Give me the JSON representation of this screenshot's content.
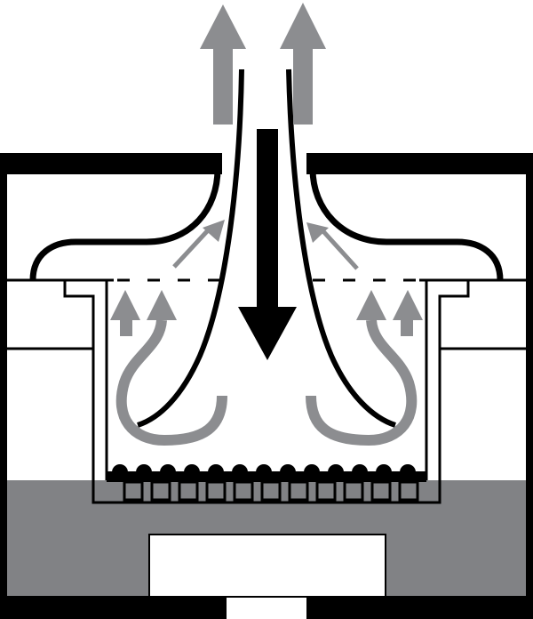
{
  "diagram": {
    "colors": {
      "outline": "#000000",
      "flow_arrows": "#8c8d90",
      "base_fill": "#818285",
      "background": "#ffffff"
    },
    "icons": [
      "airflow-up-arrow",
      "airflow-down-arrow",
      "curved-airflow-arrow"
    ]
  }
}
